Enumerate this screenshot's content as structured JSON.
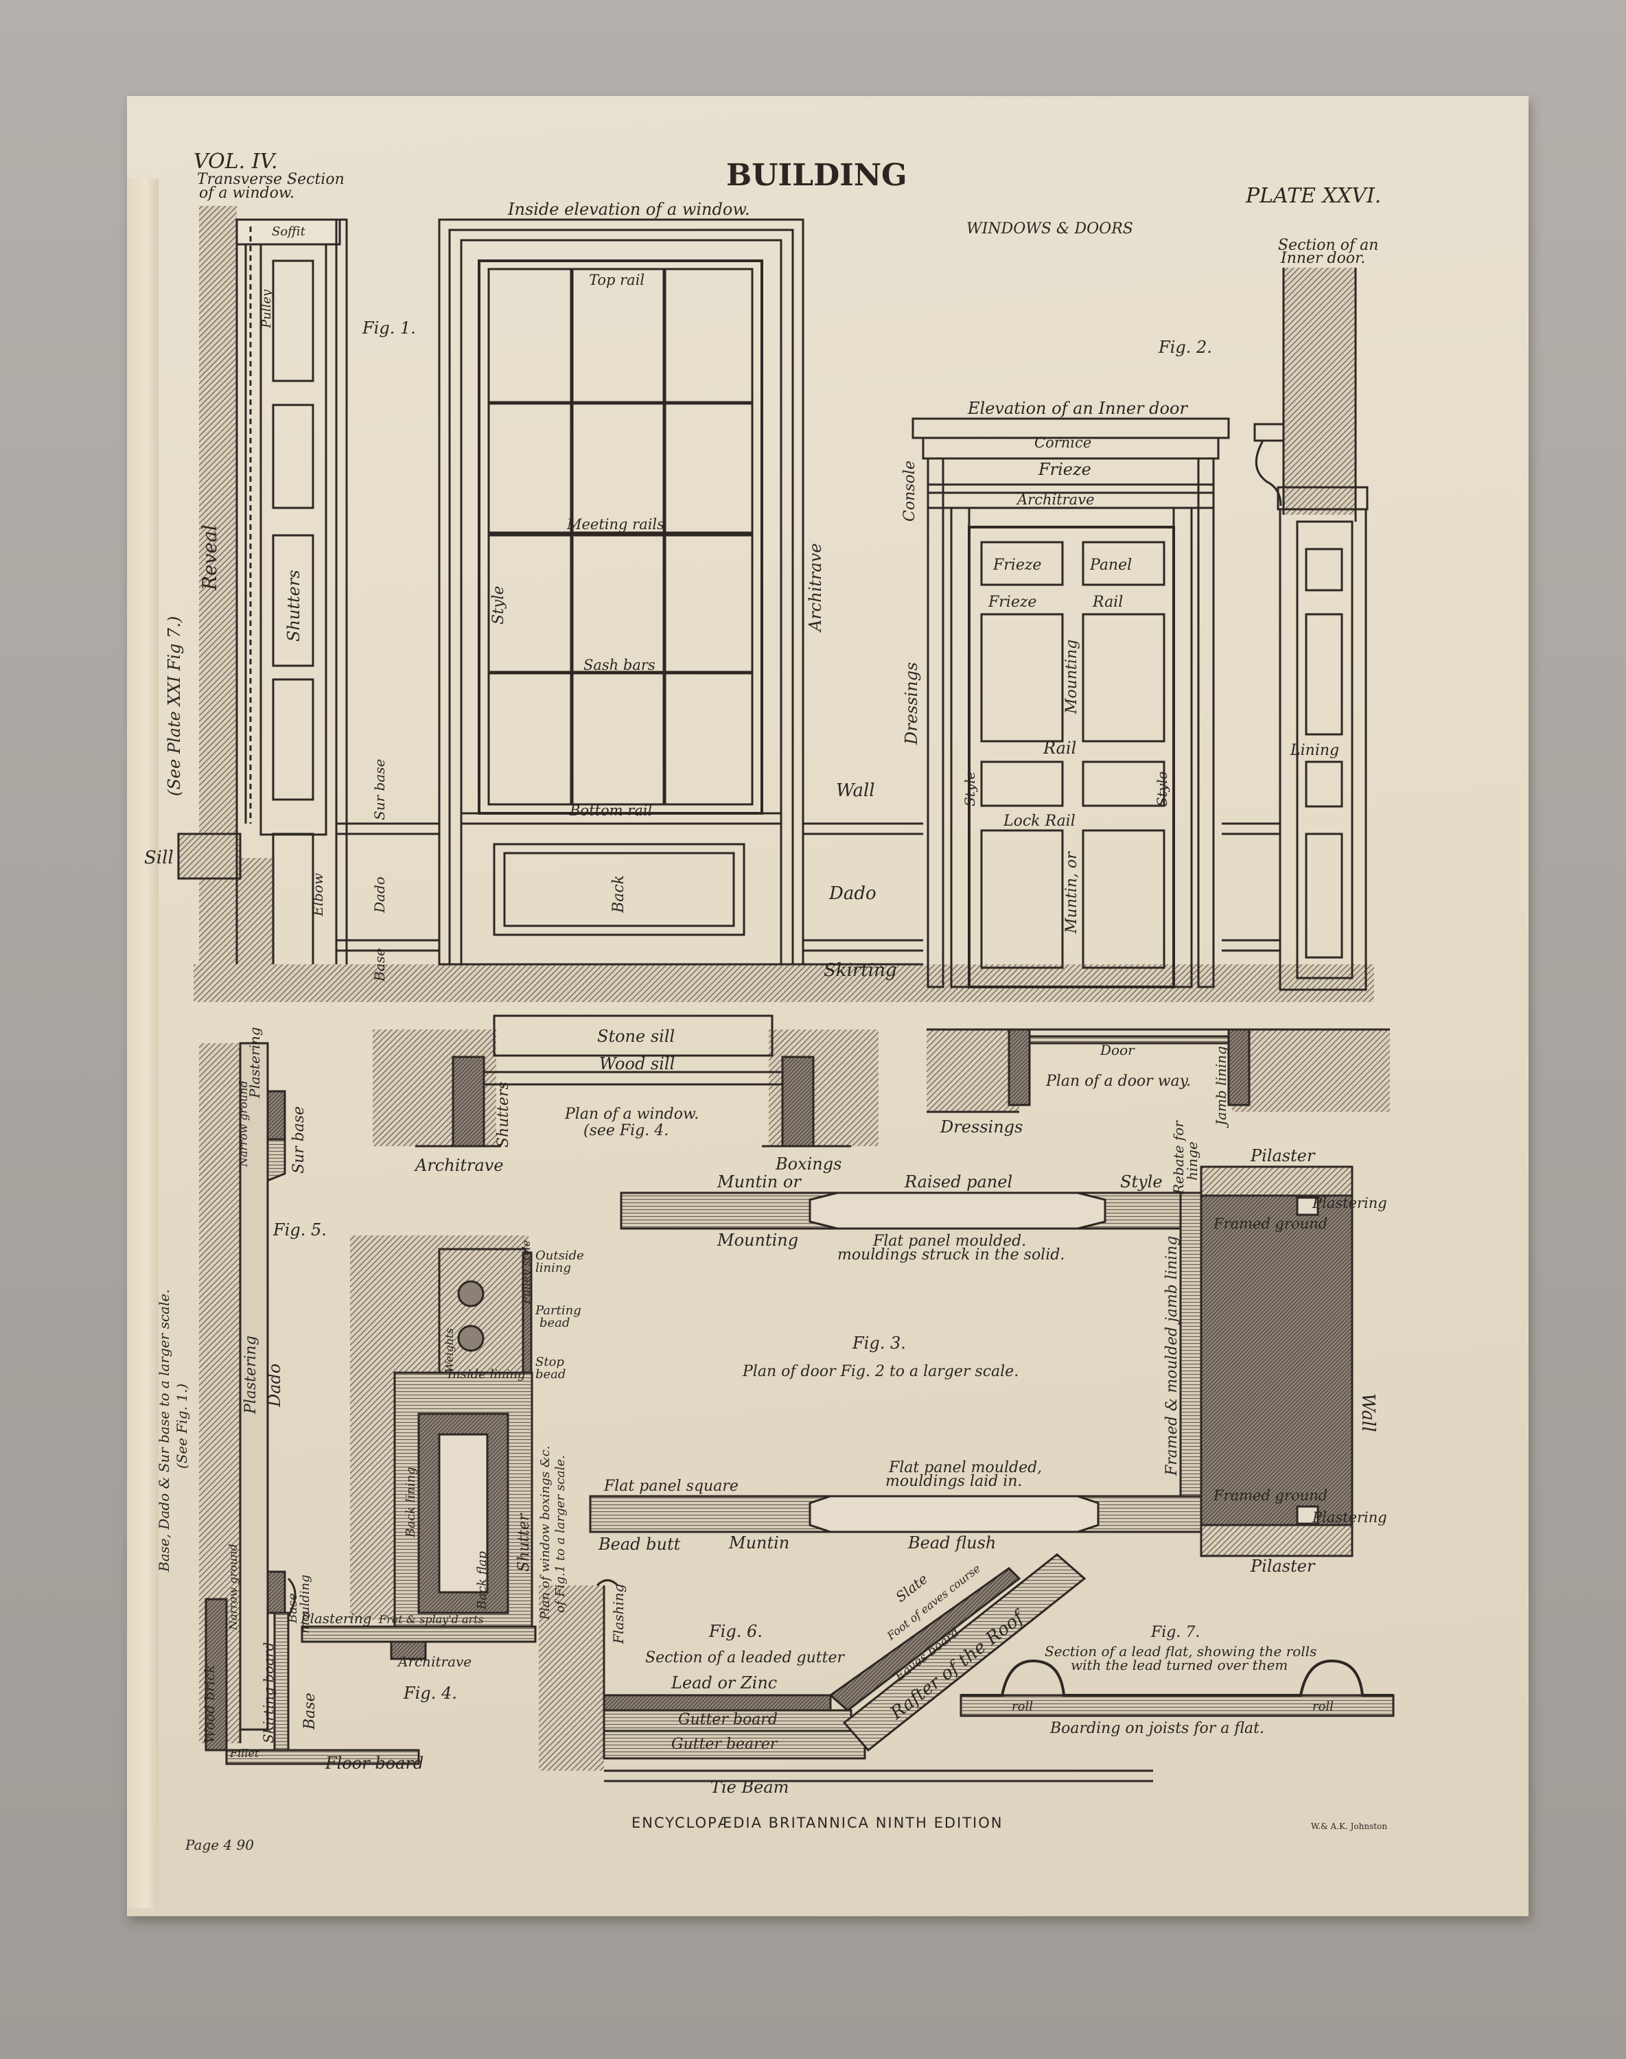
{
  "plate": {
    "vol": "VOL. IV.",
    "title": "BUILDING",
    "plate_no": "PLATE XXVI.",
    "subtitle": "WINDOWS & DOORS",
    "footer": "ENCYCLOPÆDIA BRITANNICA NINTH EDITION",
    "page": "Page 4 90",
    "engraver": "W.& A.K. Johnston"
  },
  "fig1": {
    "fig_label": "Fig. 1.",
    "transverse": [
      "Transverse Section",
      "of a window."
    ],
    "inside_elevation": "Inside elevation of a window.",
    "soffit": "Soffit",
    "pulley": "Pulley",
    "reveal": "Reveal",
    "shutters": "Shutters",
    "see_plate": "(See Plate XXI Fig 7.)",
    "sill": "Sill",
    "elbow": "Elbow",
    "sur_base": "Sur base",
    "dado": "Dado",
    "base": "Base",
    "top_rail": "Top rail",
    "meeting_rails": "Meeting rails",
    "style": "Style",
    "sash_bars": "Sash bars",
    "architrave": "Architrave",
    "bottom_rail": "Bottom rail",
    "back": "Back",
    "wall": "Wall",
    "dado2": "Dado",
    "skirting": "Skirting"
  },
  "fig2": {
    "fig_label": "Fig. 2.",
    "section": [
      "Section of an",
      "Inner door."
    ],
    "elevation": "Elevation of an Inner door",
    "cornice": "Cornice",
    "frieze_top": "Frieze",
    "architrave": "Architrave",
    "console": "Console",
    "dressings": "Dressings",
    "frieze_panel": "Frieze",
    "panel": "Panel",
    "frieze_rail_a": "Frieze",
    "frieze_rail_b": "Rail",
    "mounting": "Mounting",
    "rail": "Rail",
    "style_l": "Style",
    "style_r": "Style",
    "lock_rail": "Lock Rail",
    "muntin": "Muntin, or",
    "lining": "Lining"
  },
  "plans": {
    "stone_sill": "Stone sill",
    "wood_sill": "Wood sill",
    "plan_window": [
      "Plan of a window.",
      "(see Fig. 4."
    ],
    "shutters": "Shutters",
    "architrave": "Architrave",
    "boxings": "Boxings",
    "door": "Door",
    "plan_doorway": "Plan of a door way.",
    "dressings": "Dressings",
    "rebate": [
      "Rebate for",
      "hinge"
    ],
    "jamb_lining": "Jamb lining"
  },
  "fig3": {
    "muntin_or": "Muntin or",
    "raised_panel": "Raised panel",
    "style": "Style",
    "pilaster_top": "Pilaster",
    "plastering_top": "Plastering",
    "framed_ground_top": "Framed ground",
    "mounting": "Mounting",
    "flat_panel_solid": [
      "Flat panel moulded.",
      "mouldings struck in the solid."
    ],
    "fig_label": "Fig. 3.",
    "caption": "Plan of door Fig. 2 to a larger scale.",
    "jamb_lining": "Framed & moulded jamb lining",
    "wall": "Wall",
    "flat_panel_square": "Flat panel square",
    "flat_panel_laid": [
      "Flat panel moulded,",
      "mouldings laid in."
    ],
    "framed_ground_bottom": "Framed ground",
    "plastering_bottom": "Plastering",
    "bead_butt": "Bead butt",
    "muntin": "Muntin",
    "bead_flush": "Bead flush",
    "pilaster_bottom": "Pilaster"
  },
  "fig4": {
    "outside_lining": [
      "Outside",
      "lining"
    ],
    "parting_bead": [
      "Parting",
      "bead"
    ],
    "pulley_style": "Pulley style",
    "weights": "Weights",
    "inside_lining": "Inside lining",
    "stop_bead": [
      "Stop",
      "bead"
    ],
    "back_lining": "Back lining",
    "back_flap": "Back flap",
    "shutter": "Shutter",
    "caption_side": [
      "Plan of window boxings &c.",
      "of Fig.1 to a larger scale."
    ],
    "plastering": "Plastering",
    "fret": "Fret & splay'd arts",
    "architrave": "Architrave",
    "fig_label": "Fig. 4."
  },
  "fig5": {
    "plastering_top": "Plastering",
    "narrow_ground_top": "Narrow ground",
    "sur_base": "Sur base",
    "fig_label": "Fig. 5.",
    "plastering": "Plastering",
    "dado": "Dado",
    "caption": [
      "Base, Dado & Sur base to a larger scale.",
      "(See Fig. 1.)"
    ],
    "narrow_ground_bottom": "Narrow ground",
    "base_moulding": [
      "Base",
      "moulding"
    ],
    "wood_brick": "Wood brick",
    "skirting_board": "Skirting board",
    "base": "Base",
    "fillet": "Fillet",
    "floor_board": "Floor board"
  },
  "fig6": {
    "flashing": "Flashing",
    "fig_label": "Fig. 6.",
    "caption": "Section of a leaded gutter",
    "lead_zinc": "Lead or Zinc",
    "slate": "Slate",
    "foot_course": "Foot of eaves course",
    "eaves_board": "Eaves board",
    "rafter": "Rafter of the Roof",
    "gutter_board": "Gutter board",
    "gutter_bearer": "Gutter bearer",
    "tie_beam": "Tie Beam"
  },
  "fig7": {
    "fig_label": "Fig. 7.",
    "caption": [
      "Section of a lead flat, showing the rolls",
      "with the lead turned over them"
    ],
    "roll_left": "roll",
    "roll_right": "roll",
    "boarding": "Boarding on joists for a flat."
  }
}
